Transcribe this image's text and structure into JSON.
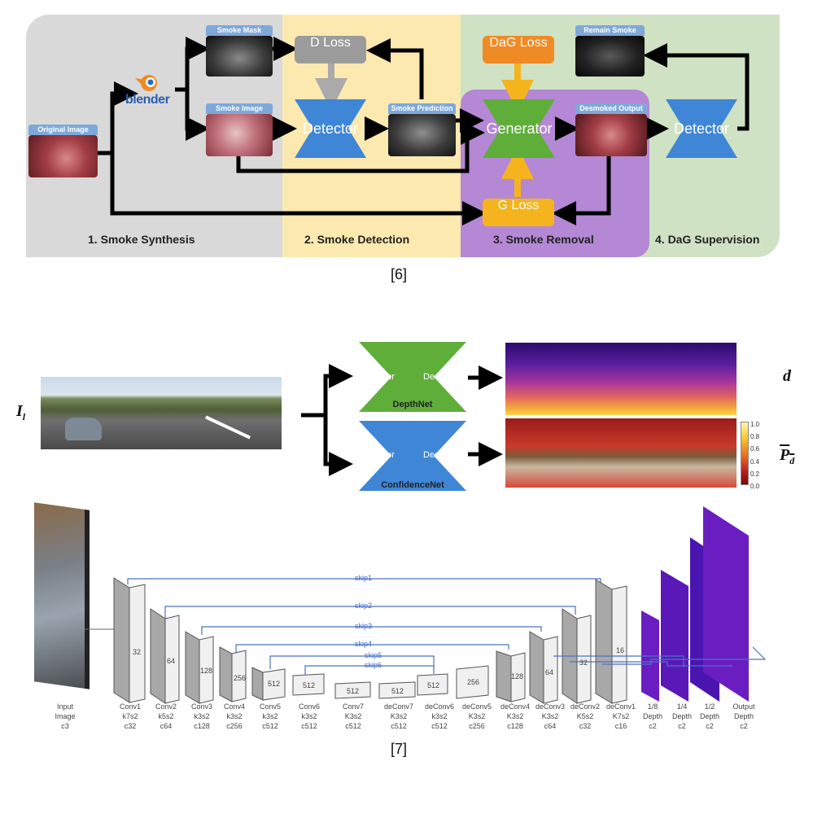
{
  "fig1": {
    "sections": [
      "1. Smoke Synthesis",
      "2. Smoke Detection",
      "3. Smoke Removal",
      "4. DaG Supervision"
    ],
    "thumbs": {
      "original": "Original Image",
      "smoke_mask": "Smoke Mask",
      "smoke_image": "Smoke Image",
      "smoke_prediction": "Smoke Prediction",
      "desmoked_output": "Desmoked Output",
      "remain_smoke": "Remain Smoke"
    },
    "blender": "blender",
    "d_loss": "D Loss",
    "dag_loss": "DaG Loss",
    "g_loss": "G Loss",
    "detector": "Detector",
    "generator": "Generator",
    "detector2": "Detector",
    "ref": "[6]",
    "colors": {
      "gray": "#d9d9d9",
      "yellow": "#fbe7a8",
      "purple": "#b488d4",
      "green": "#cfe2c4",
      "box_gray": "#9b9b9b",
      "orange": "#f08a24",
      "gold": "#f5b41e",
      "blue": "#3f86d6",
      "green_gen": "#5fae3a"
    }
  },
  "fig2": {
    "input_label": "I",
    "input_sub": "l",
    "encoder": "Encoder",
    "decoder": "Decoder",
    "depthnet": "DepthNet",
    "confidencenet": "ConfidenceNet",
    "d_label": "d",
    "p_label": "P",
    "p_sub": "d",
    "colorbar_ticks": [
      "1.0",
      "0.8",
      "0.6",
      "0.4",
      "0.2",
      "0.0"
    ]
  },
  "fig3": {
    "skips": [
      "skip1",
      "skip2",
      "skip3",
      "skip4",
      "skip5",
      "skip6"
    ],
    "layers": [
      {
        "l1": "Input",
        "l2": "Image",
        "l3": "c3"
      },
      {
        "l1": "Conv1",
        "l2": "k7s2",
        "l3": "c32",
        "ch": "32"
      },
      {
        "l1": "Conv2",
        "l2": "k5s2",
        "l3": "c64",
        "ch": "64"
      },
      {
        "l1": "Conv3",
        "l2": "k3s2",
        "l3": "c128",
        "ch": "128"
      },
      {
        "l1": "Conv4",
        "l2": "k3s2",
        "l3": "c256",
        "ch": "256"
      },
      {
        "l1": "Conv5",
        "l2": "k3s2",
        "l3": "c512",
        "ch": "512"
      },
      {
        "l1": "Conv6",
        "l2": "k3s2",
        "l3": "c512",
        "ch": "512"
      },
      {
        "l1": "Conv7",
        "l2": "K3s2",
        "l3": "c512",
        "ch": "512"
      },
      {
        "l1": "deConv7",
        "l2": "K3s2",
        "l3": "c512",
        "ch": "512"
      },
      {
        "l1": "deConv6",
        "l2": "k3s2",
        "l3": "c512",
        "ch": "512"
      },
      {
        "l1": "deConv5",
        "l2": "K3s2",
        "l3": "c256",
        "ch": "256"
      },
      {
        "l1": "deConv4",
        "l2": "K3s2",
        "l3": "c128",
        "ch": "128"
      },
      {
        "l1": "deConv3",
        "l2": "K3s2",
        "l3": "c64",
        "ch": "64"
      },
      {
        "l1": "deConv2",
        "l2": "K5s2",
        "l3": "c32",
        "ch": "32"
      },
      {
        "l1": "deConv1",
        "l2": "K7s2",
        "l3": "c16",
        "ch": "16"
      },
      {
        "l1": "1/8",
        "l2": "Depth",
        "l3": "c2"
      },
      {
        "l1": "1/4",
        "l2": "Depth",
        "l3": "c2"
      },
      {
        "l1": "1/2",
        "l2": "Depth",
        "l3": "c2"
      },
      {
        "l1": "Output",
        "l2": "Depth",
        "l3": "c2"
      }
    ],
    "ref": "[7]"
  }
}
